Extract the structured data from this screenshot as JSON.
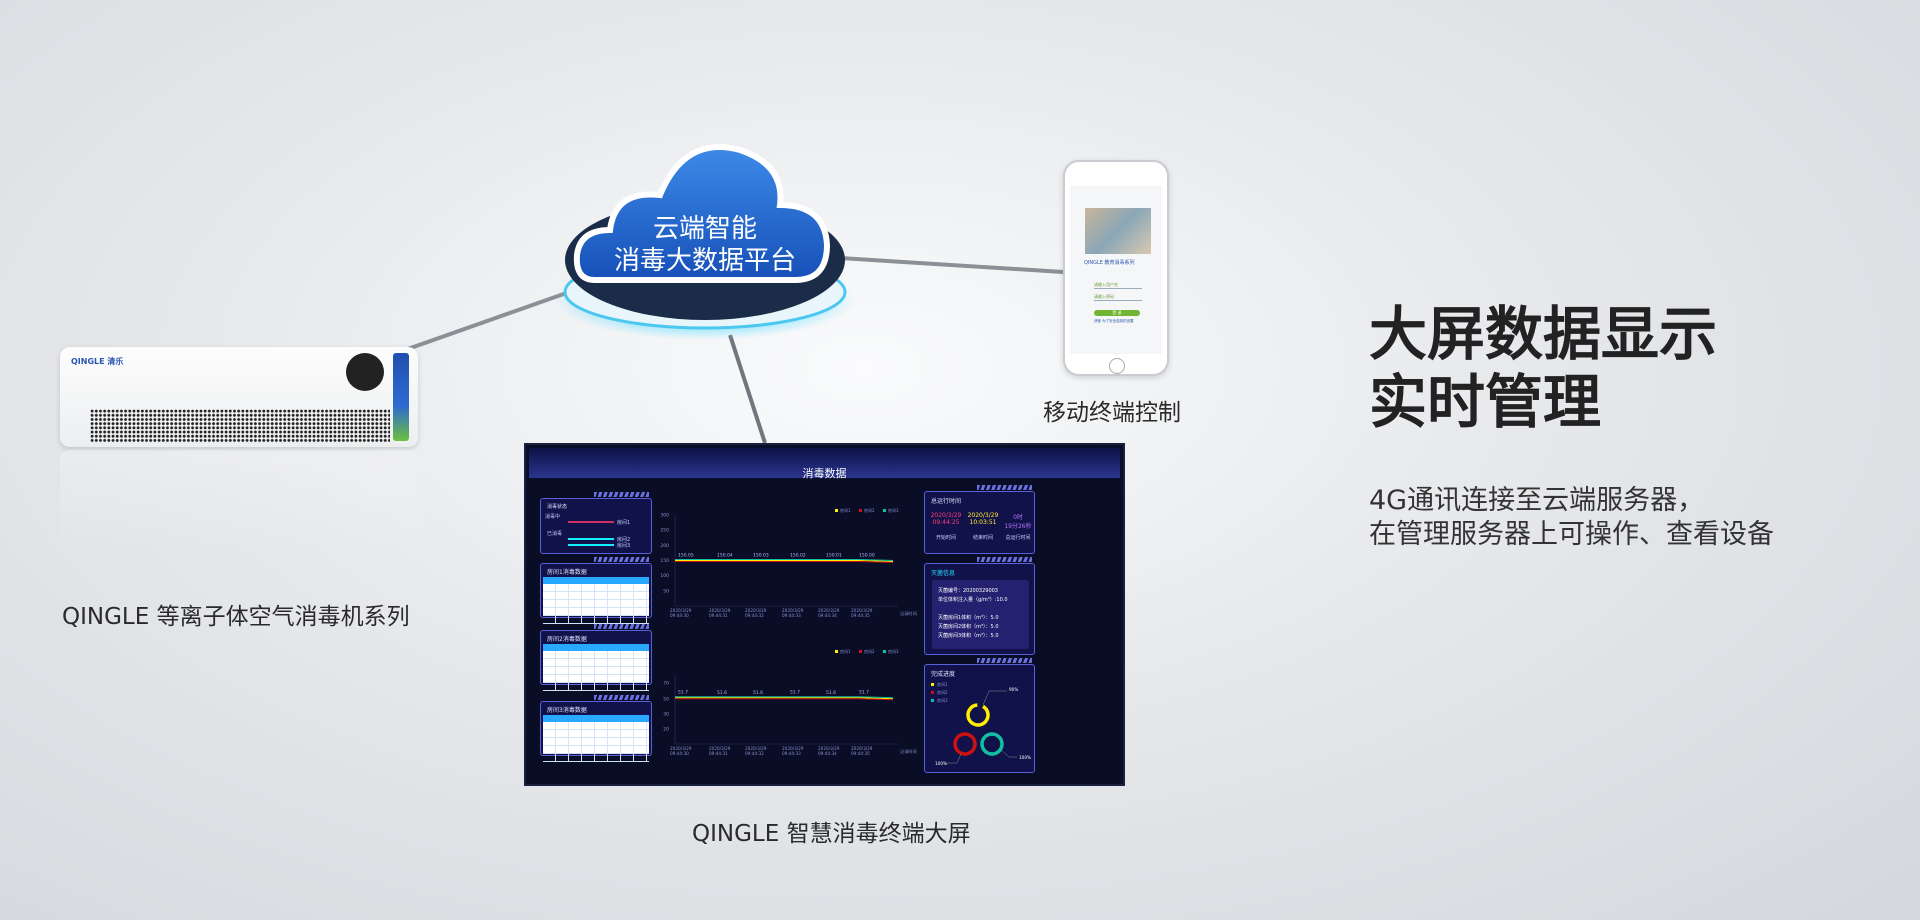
{
  "platform": {
    "line1": "云端智能",
    "line2": "消毒大数据平台"
  },
  "device": {
    "logo": "QINGLE 清乐",
    "caption": "QINGLE 等离子体空气消毒机系列"
  },
  "phone": {
    "caption": "移动终端控制",
    "brand": "QINGLE 教育消毒系列",
    "user_placeholder": "请输入用户名",
    "pass_placeholder": "请输入密码",
    "login": "登 录",
    "hint": "请使 为了安全选择的设置"
  },
  "screen": {
    "caption": "QINGLE 智慧消毒终端大屏"
  },
  "headline": {
    "line1": "大屏数据显示",
    "line2": "实时管理"
  },
  "subtext": {
    "line1": "4G通讯连接至云端服务器，",
    "line2": "在管理服务器上可操作、查看设备"
  },
  "dashboard": {
    "title": "消毒数据",
    "status": {
      "title": "消毒状态",
      "in_progress": "消毒中",
      "done": "已消毒",
      "rooms": [
        "房间1",
        "房间2",
        "房间3"
      ]
    },
    "tables": [
      "房间1消毒数据",
      "房间2消毒数据",
      "房间3消毒数据"
    ],
    "runtime": {
      "title": "总运行时间",
      "start_date": "2020/3/29",
      "start_time": "09:44:25",
      "start_label": "开始时间",
      "end_date": "2020/3/29",
      "end_time": "10:03:51",
      "end_label": "结束时间",
      "total_h": "0时",
      "total_ms": "19分26秒",
      "total_label": "总运行时间"
    },
    "info": {
      "title": "灭菌信息",
      "lines": [
        "灭菌编号：20200329003",
        "单位体积注入量（g/m³）:10.0",
        "灭菌房间1体积（m³）：5.0",
        "灭菌房间2体积（m³）：5.0",
        "灭菌房间3体积（m³）：5.0"
      ]
    },
    "progress": {
      "title": "完成进度",
      "legend": [
        "房间1",
        "房间2",
        "房间3"
      ],
      "values": [
        90,
        100,
        100
      ],
      "labels": [
        "90%",
        "100%",
        "100%"
      ],
      "colors": [
        "#ffee00",
        "#cc1111",
        "#10c0a0"
      ]
    }
  },
  "chart_data": [
    {
      "type": "line",
      "legend": [
        "房间1",
        "房间2",
        "房间3"
      ],
      "colors": [
        "#ffee00",
        "#cc1111",
        "#10c0a0"
      ],
      "yticks": [
        "300",
        "250",
        "200",
        "150",
        "100",
        "50"
      ],
      "ylim": [
        0,
        300
      ],
      "xlabel": "记录时间",
      "categories": [
        "2020/3/29 09:44:30",
        "2020/3/29 09:44:31",
        "2020/3/29 09:44:32",
        "2020/3/29 09:44:33",
        "2020/3/29 09:44:34",
        "2020/3/29 09:44:35"
      ],
      "values": [
        150.05,
        150.04,
        150.03,
        150.02,
        150.01,
        150.0
      ]
    },
    {
      "type": "line",
      "legend": [
        "房间1",
        "房间2",
        "房间3"
      ],
      "colors": [
        "#ffee00",
        "#cc1111",
        "#10c0a0"
      ],
      "yticks": [
        "70",
        "50",
        "30",
        "20"
      ],
      "xlabel": "记录时间",
      "categories": [
        "2020/3/29 09:44:30",
        "2020/3/29 09:44:31",
        "2020/3/29 09:44:32",
        "2020/3/29 09:44:33",
        "2020/3/29 09:44:34",
        "2020/3/29 09:44:35"
      ],
      "values": [
        51.7,
        51.6,
        51.6,
        51.7,
        51.6,
        51.7
      ]
    }
  ]
}
